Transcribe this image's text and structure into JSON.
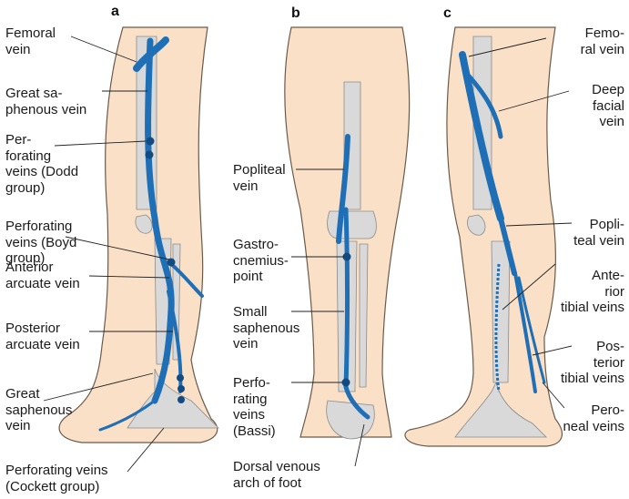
{
  "panels": [
    "a",
    "b",
    "c"
  ],
  "colors": {
    "vein": "#1e6fb5",
    "vein_dark": "#134a80",
    "skin": "#fbe0c8",
    "bone": "#d9d9d9",
    "outline": "#555555"
  },
  "panel_a": {
    "femoral_vein": "Femoral\nvein",
    "great_saphenous_top": "Great sa-\nphenous vein",
    "perforating_dodd": "Per-\nforating\nveins (Dodd\ngroup)",
    "perforating_boyd": "Perforating\nveins (Boyd\ngroup)",
    "anterior_arcuate": "Anterior\narcuate vein",
    "posterior_arcuate": "Posterior\narcuate vein",
    "great_saphenous_bottom": "Great\nsaphenous\nvein",
    "perforating_cockett": "Perforating veins\n(Cockett group)"
  },
  "panel_b": {
    "popliteal": "Popliteal\nvein",
    "gastrocnemius": "Gastro-\ncnemius-\npoint",
    "small_saphenous": "Small\nsaphenous\nvein",
    "perforating_bassi": "Perfo-\nrating\nveins\n(Bassi)",
    "dorsal_arch": "Dorsal venous\narch of foot"
  },
  "panel_c": {
    "femoral": "Femo-\nral vein",
    "deep_facial": "Deep\nfacial\nvein",
    "popliteal": "Popli-\nteal vein",
    "anterior_tibial": "Ante-\nrior\ntibial veins",
    "posterior_tibial": "Pos-\nterior\ntibial veins",
    "peroneal": "Pero-\nneal veins"
  }
}
